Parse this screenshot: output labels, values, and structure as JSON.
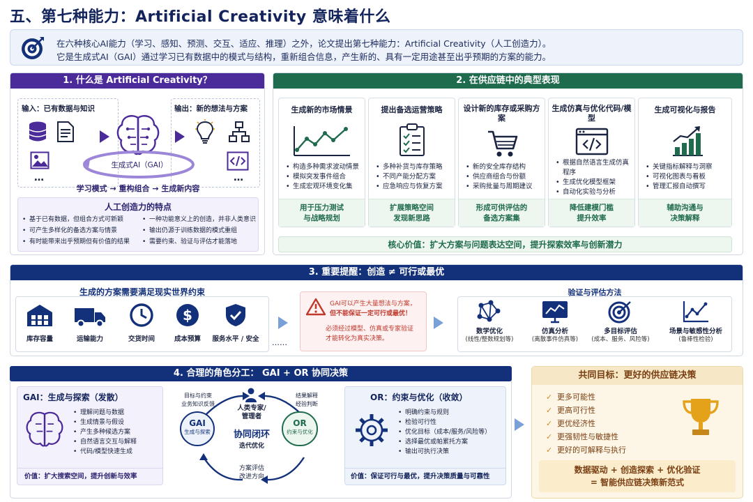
{
  "title": "五、第七种能力：Artificial Creativity 意味着什么",
  "intro": {
    "line1": "在六种核心AI能力（学习、感知、预测、交互、适应、推理）之外，论文提出第七种能力：Artificial Creativity（人工创造力）。",
    "line2": "它是生成式AI（GAI）通过学习已有数据中的模式与结构，重新组合信息，产生新的、具有一定用途甚至出乎预期的方案的能力。"
  },
  "s1": {
    "title": "1. 什么是 Artificial Creativity？",
    "input_label": "输入：已有数据与知识",
    "output_label": "输出：新的想法与方案",
    "gai_label": "生成式AI（GAI）",
    "flow": "学习模式 → 重构组合 → 生成新内容",
    "ellipsis": "…",
    "features_title": "人工创造力的特点",
    "features": [
      "基于已有数据，但组合方式可新颖",
      "一种功能意义上的创造，并非人类意识",
      "可产生多样化的备选方案与情景",
      "输出仍源于训练数据的模式重组",
      "有时能带来出乎预期但有价值的结果",
      "需要约束、验证与评估才能落地"
    ]
  },
  "s2": {
    "title": "2. 在供应链中的典型表现",
    "cards": [
      {
        "title": "生成新的市场情景",
        "items": [
          "构造多种需求波动情景",
          "模拟突发事件组合",
          "生成宏观环境变化集"
        ],
        "foot1": "用于压力测试",
        "foot2": "与战略规划"
      },
      {
        "title": "提出备选运营策略",
        "items": [
          "多种补货与库存策略",
          "不同产能分配方案",
          "应急响应与恢复方案"
        ],
        "foot1": "扩展策略空间",
        "foot2": "发现新思路"
      },
      {
        "title": "设计新的库存或采购方案",
        "items": [
          "新的安全库存结构",
          "供应商组合与份额",
          "采购批量与周期建议"
        ],
        "foot1": "形成可供评估的",
        "foot2": "备选方案集"
      },
      {
        "title": "生成仿真与优化代码/模型",
        "items": [
          "根据自然语言生成仿真程序",
          "生成优化模型框架",
          "自动化实验与分析"
        ],
        "foot1": "降低建模门槛",
        "foot2": "提升效率"
      },
      {
        "title": "生成可视化与报告",
        "items": [
          "关键指标解释与洞察",
          "可视化图表与看板",
          "管理汇报自动撰写"
        ],
        "foot1": "辅助沟通与",
        "foot2": "决策解释"
      }
    ],
    "core_value": "核心价值：扩大方案与问题表达空间，提升探索效率与创新潜力"
  },
  "s3": {
    "title": "3.  重要提醒：创造  ≠  可行或最优",
    "left_title": "生成的方案需要满足现实世界约束",
    "constraints": [
      "库存容量",
      "运输能力",
      "交货时间",
      "成本预算",
      "服务水平 / 安全"
    ],
    "more": "……",
    "warn1a": "GAI可以产生大量想法与方案，",
    "warn1b": "但不能保证一定可行或最优！",
    "warn2a": "必须经过模型、仿真或专家验证",
    "warn2b": "才能转化为真实决策。",
    "right_title": "验证与评估方法",
    "methods": [
      {
        "name": "数学优化",
        "sub": "(线性/整数规划等)"
      },
      {
        "name": "仿真分析",
        "sub": "(离散事件仿真等)"
      },
      {
        "name": "多目标评估",
        "sub": "(成本、服务、风险等)"
      },
      {
        "name": "场景与敏感性分析",
        "sub": "(鲁棒性检验)"
      }
    ]
  },
  "s4": {
    "title": "4.  合理的角色分工：  GAI  +  OR  协同决策",
    "gai_title": "GAI：生成与探索（发散）",
    "gai_items": [
      "理解问题与数据",
      "生成情景与假设",
      "产生多种候选方案",
      "自然语言交互与解释",
      "代码/模型快速生成"
    ],
    "gai_value": "价值：扩大搜索空间，提升创新与效率",
    "loop_tl1": "目标与约束",
    "loop_tl2": "业务知识反馈",
    "loop_tr1": "结果解释",
    "loop_tr2": "经验判断",
    "human1": "人类专家/",
    "human2": "管理者",
    "loop_center": "协同闭环",
    "loop_sub": "迭代优化",
    "loop_b1": "方案评估",
    "loop_b2": "改进方向",
    "gai_circle": "GAI",
    "gai_circle_sub": "生成与探索",
    "or_circle": "OR",
    "or_circle_sub": "约束与优化",
    "or_title": "OR：约束与优化（收敛）",
    "or_items": [
      "明确约束与规则",
      "检验可行性",
      "优化目标（成本/服务/风险等）",
      "选择最优或帕累托方案",
      "输出可执行决策"
    ],
    "or_value": "价值：保证可行与最优，提升决策质量与可靠性"
  },
  "s5": {
    "title": "共同目标：更好的供应链决策",
    "items": [
      "更多可能性",
      "更高可行性",
      "更优经济性",
      "更强韧性与敏捷性",
      "更好的可解释与执行"
    ],
    "formula1": "数据驱动 + 创造探索 + 优化验证",
    "formula2": "= 智能供应链决策新范式"
  }
}
